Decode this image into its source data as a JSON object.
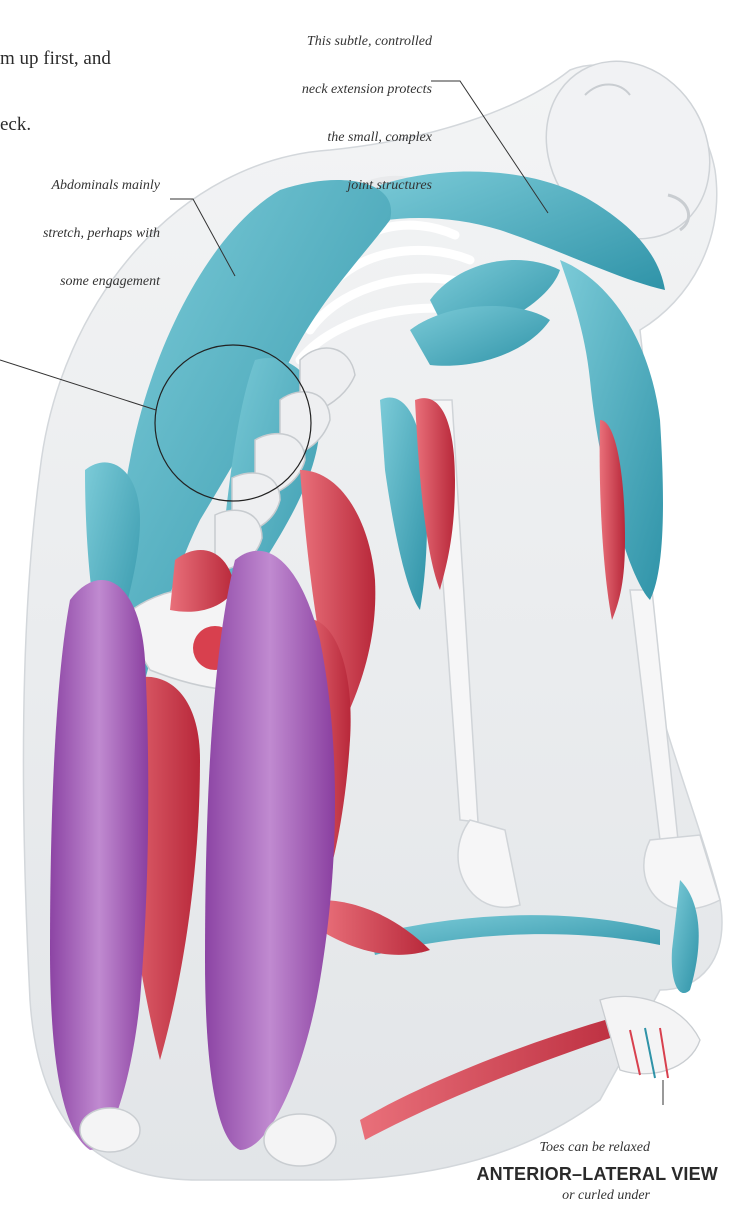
{
  "body_text_lines": [
    "m up first, and",
    "eck."
  ],
  "annotations": {
    "neck": [
      "This subtle, controlled",
      "neck extension protects",
      "the small, complex",
      "joint structures"
    ],
    "abdominals": [
      "Abdominals mainly",
      "stretch, perhaps with",
      "some engagement"
    ],
    "toes": [
      "Toes can be relaxed",
      "or curled under"
    ]
  },
  "view_title": "ANTERIOR–LATERAL VIEW",
  "colors": {
    "skin": "#e9ecef",
    "bone": "#f4f4f4",
    "muscle_blue": "#4aaec0",
    "muscle_red": "#d8404e",
    "muscle_purple": "#a25bb4"
  }
}
